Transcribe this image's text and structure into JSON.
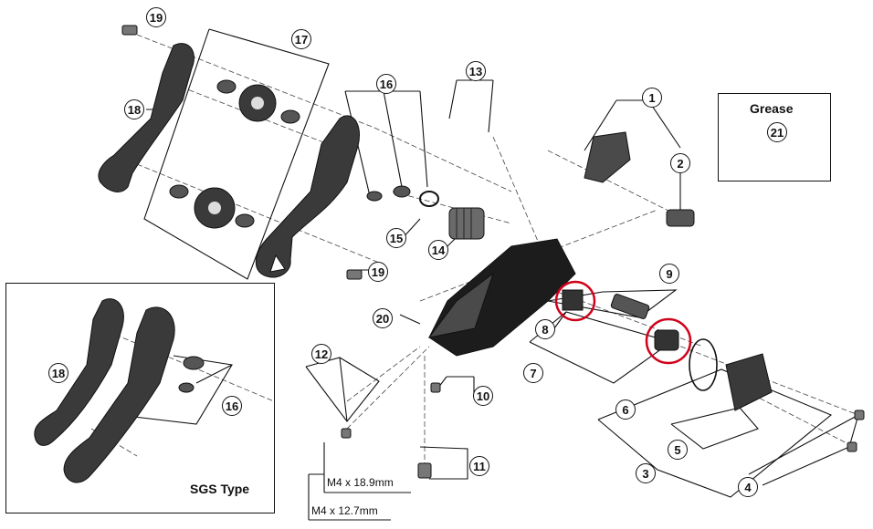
{
  "diagram": {
    "grease_title": "Grease",
    "sgs_label": "SGS Type",
    "dim_long": "M4 x 18.9mm",
    "dim_short": "M4 x 12.7mm",
    "part_numbers": [
      "1",
      "2",
      "3",
      "4",
      "5",
      "6",
      "7",
      "8",
      "9",
      "10",
      "11",
      "12",
      "13",
      "14",
      "15",
      "16",
      "17",
      "18",
      "19",
      "20",
      "21"
    ],
    "highlight_color": "#d0021b"
  }
}
